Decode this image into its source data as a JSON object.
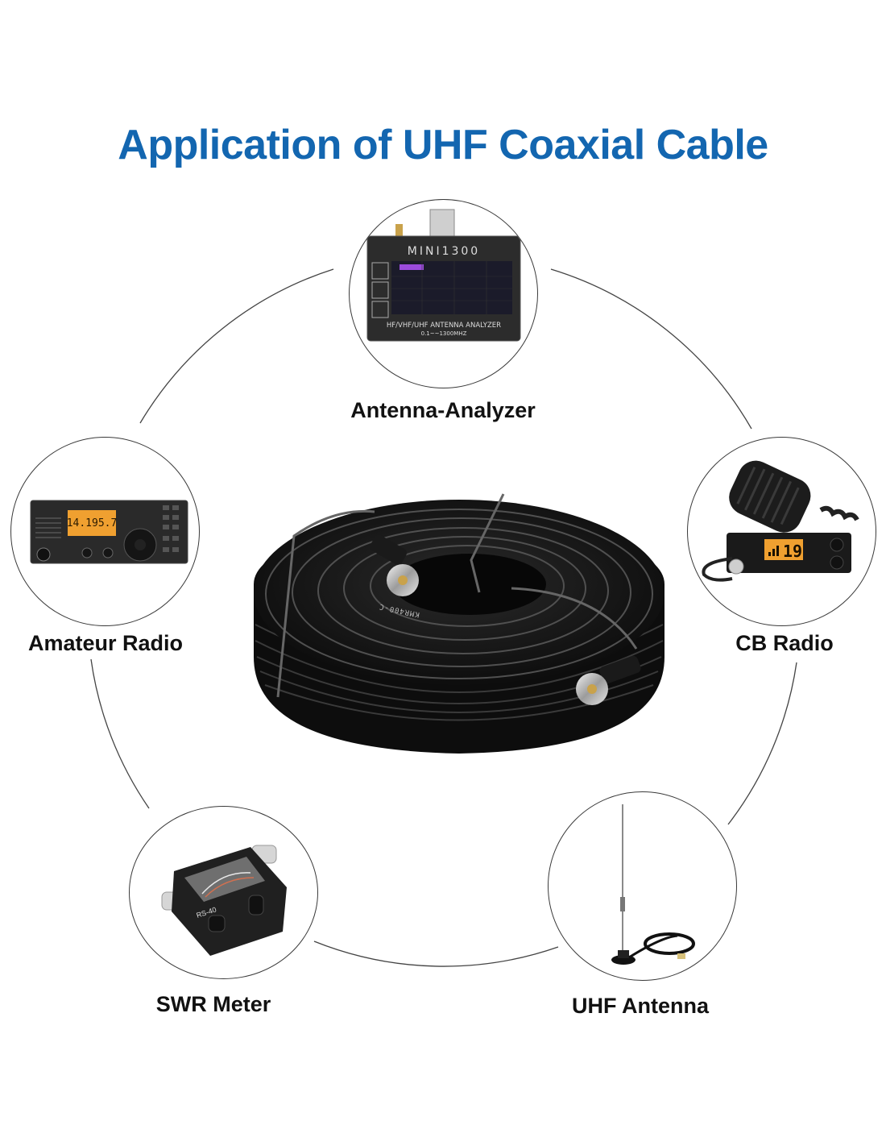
{
  "title": "Application of UHF Coaxial Cable",
  "colors": {
    "title": "#1366b0",
    "label": "#111111",
    "ring_line": "#444444",
    "cable": "#111111"
  },
  "center": {
    "name": "coiled-coax-cable",
    "print": "KMR400-C"
  },
  "applications": [
    {
      "label": "Antenna-Analyzer",
      "icon": "antenna-analyzer-icon",
      "device_text": [
        "MINI1300",
        "HF/VHF/UHF ANTENNA ANALYZER",
        "0.1~~1300MHZ"
      ]
    },
    {
      "label": "Amateur Radio",
      "icon": "amateur-radio-icon",
      "device_text": [
        "14.195.7"
      ]
    },
    {
      "label": "CB Radio",
      "icon": "cb-radio-icon",
      "device_text": [
        "19"
      ]
    },
    {
      "label": "SWR Meter",
      "icon": "swr-meter-icon",
      "device_text": [
        "RS-40"
      ]
    },
    {
      "label": "UHF Antenna",
      "icon": "uhf-antenna-icon",
      "device_text": []
    }
  ]
}
